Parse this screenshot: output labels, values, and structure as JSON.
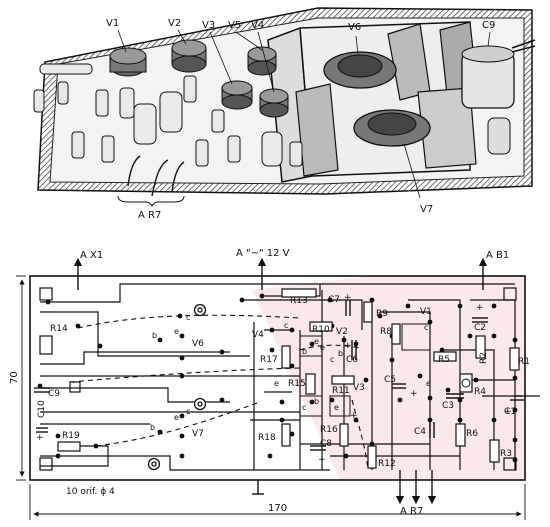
{
  "top_view": {
    "labels": {
      "v1": "V1",
      "v2": "V2",
      "v3": "V3",
      "v5": "V5",
      "v4": "V4",
      "v6": "V6",
      "c9": "C9",
      "v7": "V7",
      "ar7": "A R7"
    }
  },
  "layout": {
    "terminals": {
      "ax1": "A X1",
      "supply": "A \"−\" 12 V",
      "ab1": "A B1",
      "ar7_bottom": "A R7"
    },
    "dimensions": {
      "height": "70",
      "width": "170",
      "holes_note": "10 orif. ϕ 4"
    },
    "components": {
      "r13": "R13",
      "c7": "C7",
      "r9": "R9",
      "v1": "V1",
      "r14": "R14",
      "v4": "V4",
      "r10": "R10",
      "v2": "V2",
      "r8": "R8",
      "c2": "C2",
      "v6": "V6",
      "r17": "R17",
      "c6": "C6",
      "r5": "R5",
      "r2": "R2",
      "r1": "R1",
      "c9": "C9",
      "r15": "R15",
      "r11": "R11",
      "v3": "V3",
      "c5": "C5",
      "r4": "R4",
      "c3": "C3",
      "c1": "C1",
      "c10": "C10",
      "r19": "R19",
      "v7": "V7",
      "r16": "R16",
      "r18": "R18",
      "c8": "C8",
      "r12": "R12",
      "c4": "C4",
      "r6": "R6",
      "r3": "R3"
    },
    "pins": {
      "v6_c": "c",
      "v6_b": "b",
      "v6_e": "e",
      "v7_c": "c",
      "v7_b": "b",
      "v7_e": "e",
      "v4_c": "c",
      "v4_b": "b",
      "v4_e": "e",
      "v5_e": "e",
      "v2_c": "c",
      "v2_b": "b",
      "v2_e": "e",
      "v3_c": "c",
      "v3_b": "b",
      "v3_e": "e",
      "v1_c": "c",
      "v1_e": "e"
    }
  },
  "colors": {
    "ink": "#111111",
    "board": "#fbe9e9",
    "shade": "#555555"
  }
}
